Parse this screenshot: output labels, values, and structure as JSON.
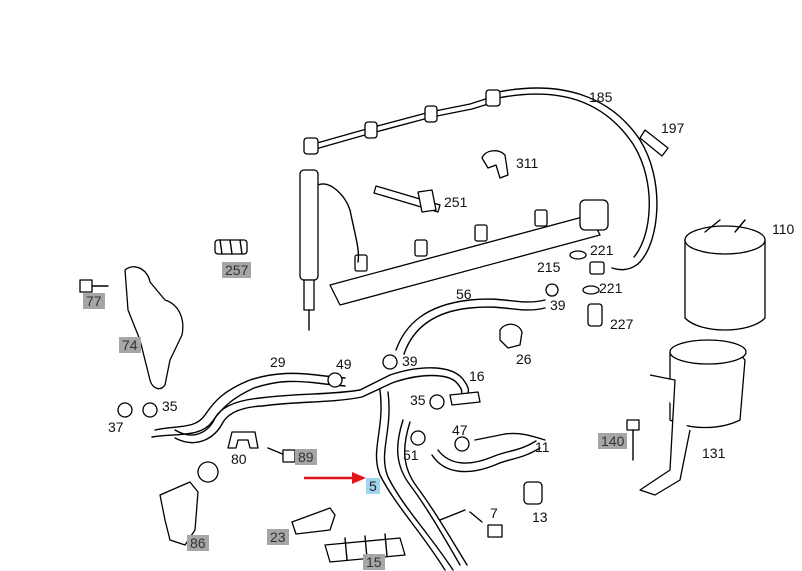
{
  "diagram": {
    "arrow_color": "#e0161b",
    "highlight_color": "#9fd4ef",
    "box_color": "#a6a6a6",
    "labels": {
      "l185": "185",
      "l197": "197",
      "l311": "311",
      "l251": "251",
      "l110": "110",
      "l257": "257",
      "l221a": "221",
      "l215": "215",
      "l221b": "221",
      "l77": "77",
      "l56": "56",
      "l39a": "39",
      "l227": "227",
      "l74": "74",
      "l26": "26",
      "l29": "29",
      "l49": "49",
      "l39b": "39",
      "l16": "16",
      "l35a": "35",
      "l35b": "35",
      "l37": "37",
      "l47": "47",
      "l140": "140",
      "l131": "131",
      "l11": "11",
      "l80": "80",
      "l89": "89",
      "l51": "51",
      "l5": "5",
      "l13": "13",
      "l7": "7",
      "l86": "86",
      "l23": "23",
      "l15": "15"
    }
  }
}
